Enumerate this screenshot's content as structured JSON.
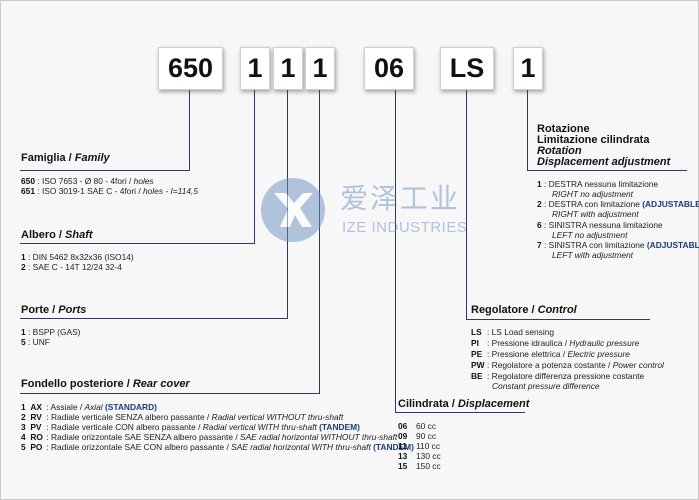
{
  "code_boxes": [
    "650",
    "1",
    "1",
    "1",
    "06",
    "LS",
    "1"
  ],
  "family": {
    "title": "Famiglia / ",
    "title_en": "Family",
    "rows": [
      {
        "code": "650",
        "text": ": ISO 7653 - Ø 80 - 4fori / ",
        "en": "holes"
      },
      {
        "code": "651",
        "text": ": ISO 3019-1 SAE C - 4fori / ",
        "en": "holes - I=114,5"
      }
    ]
  },
  "shaft": {
    "title": "Albero / ",
    "title_en": "Shaft",
    "rows": [
      {
        "code": "1",
        "text": ": DIN 5462 8x32x36 (ISO14)"
      },
      {
        "code": "2",
        "text": ": SAE C - 14T 12/24 32-4"
      }
    ]
  },
  "ports": {
    "title": "Porte / ",
    "title_en": "Ports",
    "rows": [
      {
        "code": "1",
        "text": ": BSPP (GAS)"
      },
      {
        "code": "5",
        "text": ": UNF"
      }
    ]
  },
  "rear_cover": {
    "title": "Fondello posteriore / ",
    "title_en": "Rear cover",
    "rows": [
      {
        "num": "1",
        "code": "AX",
        "text": ": Assiale / ",
        "en": "Axial",
        "tag": "(STANDARD)"
      },
      {
        "num": "2",
        "code": "RV",
        "text": ": Radiale verticale SENZA albero passante / ",
        "en": "Radial vertical WITHOUT thru-shaft",
        "tag": ""
      },
      {
        "num": "3",
        "code": "PV",
        "text": ": Radiale verticale CON albero passante / ",
        "en": "Radial vertical WITH thru-shaft",
        "tag": "(TANDEM)"
      },
      {
        "num": "4",
        "code": "RO",
        "text": ": Radiale orizzontale SAE SENZA albero passante / ",
        "en": "SAE radial horizontal WITHOUT thru-shaft",
        "tag": ""
      },
      {
        "num": "5",
        "code": "PO",
        "text": ": Radiale orizzontale SAE CON albero passante / ",
        "en": "SAE radial horizontal WITH thru-shaft",
        "tag": "(TANDEM)"
      }
    ]
  },
  "displacement": {
    "title": "Cilindrata / ",
    "title_en": "Displacement",
    "rows": [
      {
        "code": "06",
        "text": "60 cc"
      },
      {
        "code": "09",
        "text": "90 cc"
      },
      {
        "code": "11",
        "text": "110 cc"
      },
      {
        "code": "13",
        "text": "130 cc"
      },
      {
        "code": "15",
        "text": "150 cc"
      }
    ]
  },
  "control": {
    "title": "Regolatore / ",
    "title_en": "Control",
    "rows": [
      {
        "code": "LS",
        "text": ": LS Load sensing",
        "en": ""
      },
      {
        "code": "PI",
        "text": ": Pressione idraulica / ",
        "en": "Hydraulic pressure"
      },
      {
        "code": "PE",
        "text": ": Pressione elettrica / ",
        "en": "Electric pressure"
      },
      {
        "code": "PW",
        "text": ": Regolatore a potenza costante / ",
        "en": "Power control"
      },
      {
        "code": "BE",
        "text": ": Regolatore differenza pressione costante",
        "en": ""
      }
    ],
    "be_sub": "Constant pressure difference"
  },
  "rotation": {
    "line1": "Rotazione",
    "line2": "Limitazione cilindrata",
    "line3": "Rotation",
    "line4": "Displacement adjustment",
    "rows": [
      {
        "code": "1",
        "text": ": DESTRA nessuna limitazione",
        "tag": "",
        "sub": "RIGHT no adjustment"
      },
      {
        "code": "2",
        "text": ": DESTRA con limitazione ",
        "tag": "(ADJUSTABLE)",
        "sub": "RIGHT with adjustment"
      },
      {
        "code": "6",
        "text": ": SINISTRA nessuna limitazione",
        "tag": "",
        "sub": "LEFT no adjustment"
      },
      {
        "code": "7",
        "text": ": SINISTRA con limitazione ",
        "tag": "(ADJUSTABLE)",
        "sub": "LEFT with adjustment"
      }
    ]
  },
  "watermark": {
    "cn": "爱泽工业",
    "en": "IZE INDUSTRIES"
  },
  "colors": {
    "line": "#2b3a6b",
    "accent": "#1d3a7a",
    "watermark": "#4a6fa5"
  }
}
